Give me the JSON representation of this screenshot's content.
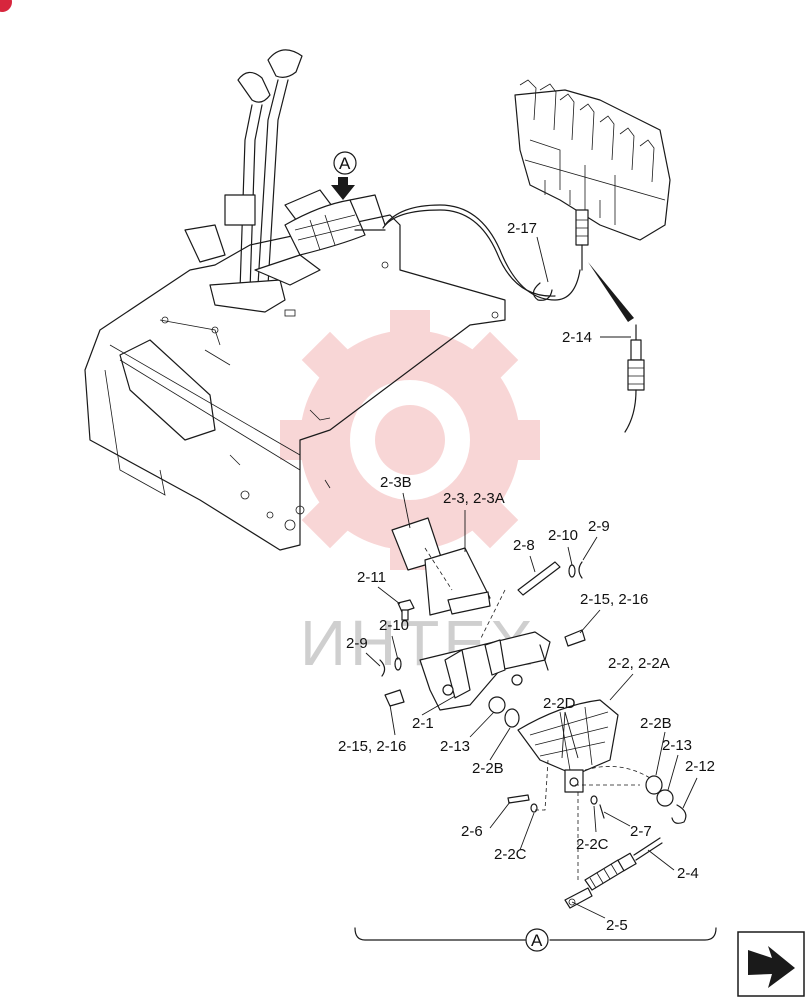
{
  "callouts": {
    "view_marker": "A",
    "bracket_marker": "A"
  },
  "labels": {
    "l_2_17": "2-17",
    "l_2_14": "2-14",
    "l_2_3b": "2-3B",
    "l_2_3": "2-3, 2-3A",
    "l_2_8": "2-8",
    "l_2_10a": "2-10",
    "l_2_9a": "2-9",
    "l_2_11": "2-11",
    "l_2_15a": "2-15, 2-16",
    "l_2_10b": "2-10",
    "l_2_9b": "2-9",
    "l_2_2": "2-2, 2-2A",
    "l_2_2d": "2-2D",
    "l_2_2b_r": "2-2B",
    "l_2_13_r": "2-13",
    "l_2_12": "2-12",
    "l_2_1": "2-1",
    "l_2_15b": "2-15, 2-16",
    "l_2_13": "2-13",
    "l_2_2b": "2-2B",
    "l_2_6": "2-6",
    "l_2_7": "2-7",
    "l_2_2c_r": "2-2C",
    "l_2_2c": "2-2C",
    "l_2_4": "2-4",
    "l_2_5": "2-5"
  },
  "watermark": {
    "text": "ИНТЕХ",
    "color": "#f4b6b6"
  },
  "colors": {
    "line": "#1a1a1a",
    "badge": "#d7263d"
  }
}
